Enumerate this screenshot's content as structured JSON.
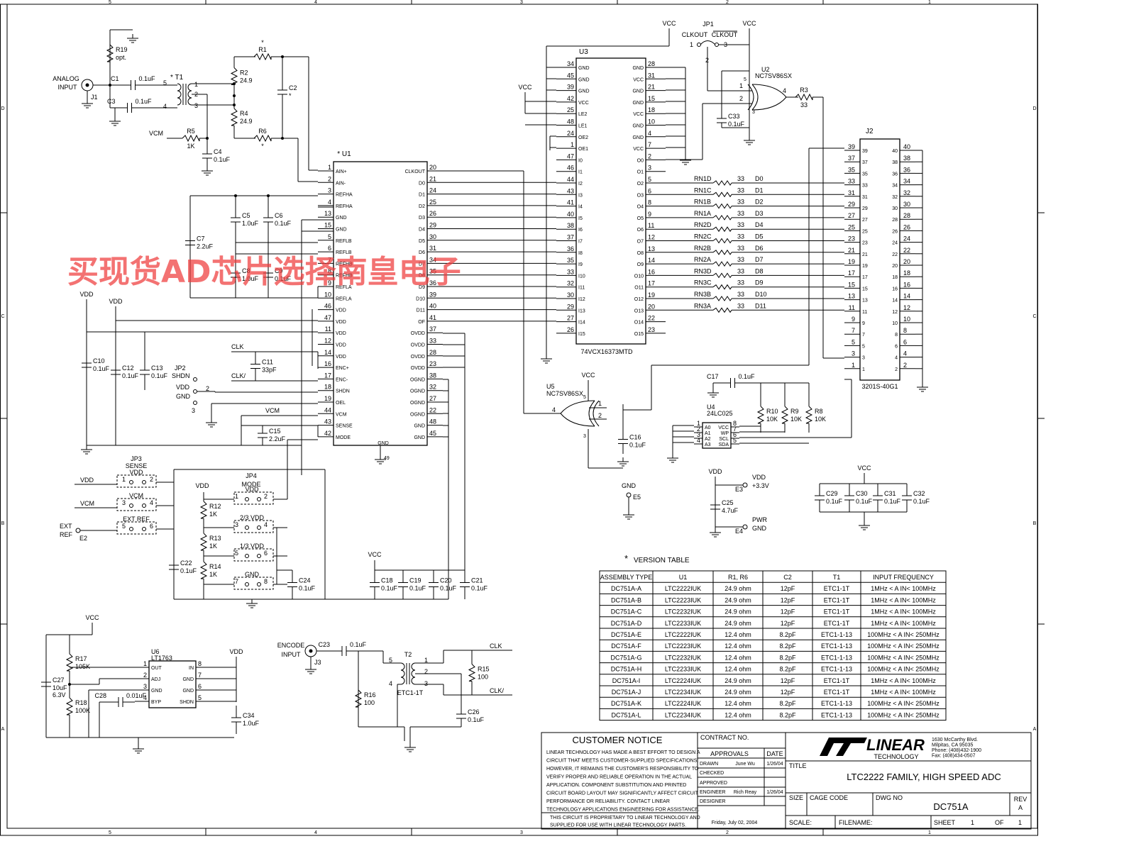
{
  "watermark": "买现货AD芯片选择南皇电子",
  "border": {
    "top_cols": [
      "5",
      "4",
      "3",
      "2",
      "1"
    ],
    "side_rows": [
      "D",
      "C",
      "B",
      "A"
    ]
  },
  "nets": {
    "vcc": "VCC",
    "vdd": "VDD",
    "vcm": "VCM",
    "clk": "CLK",
    "clk_n": "CLK/",
    "gnd": "GND",
    "analog_input": [
      "ANALOG",
      "INPUT"
    ],
    "encode_input": [
      "ENCODE",
      "INPUT"
    ],
    "ext_ref": [
      "EXT",
      "REF"
    ],
    "vdd_33": "VDD\n+3.3V",
    "pwr_gnd": [
      "PWR",
      "GND"
    ]
  },
  "u1": {
    "ref": "U1",
    "star": "*",
    "left_pins": [
      {
        "num": "1",
        "name": "AIN+"
      },
      {
        "num": "2",
        "name": "AIN-"
      },
      {
        "num": "3",
        "name": "REFHA"
      },
      {
        "num": "4",
        "name": "REFHA"
      },
      {
        "num": "13",
        "name": "GND"
      },
      {
        "num": "15",
        "name": "GND"
      },
      {
        "num": "5",
        "name": "REFLB"
      },
      {
        "num": "6",
        "name": "REFLB"
      },
      {
        "num": "7",
        "name": "REFHB"
      },
      {
        "num": "8",
        "name": "REFHB"
      },
      {
        "num": "9",
        "name": "REFLA"
      },
      {
        "num": "10",
        "name": "REFLA"
      },
      {
        "num": "46",
        "name": "VDD"
      },
      {
        "num": "47",
        "name": "VDD"
      },
      {
        "num": "11",
        "name": "VDD"
      },
      {
        "num": "12",
        "name": "VDD"
      },
      {
        "num": "14",
        "name": "VDD"
      },
      {
        "num": "16",
        "name": "ENC+"
      },
      {
        "num": "17",
        "name": "ENC-"
      },
      {
        "num": "18",
        "name": "SHDN"
      },
      {
        "num": "19",
        "name": "OEL"
      },
      {
        "num": "44",
        "name": "VCM"
      },
      {
        "num": "43",
        "name": "SENSE"
      },
      {
        "num": "42",
        "name": "MODE"
      }
    ],
    "right_pins": [
      {
        "num": "20",
        "name": "CLKOUT"
      },
      {
        "num": "21",
        "name": "D0"
      },
      {
        "num": "24",
        "name": "D1"
      },
      {
        "num": "25",
        "name": "D2"
      },
      {
        "num": "26",
        "name": "D3"
      },
      {
        "num": "29",
        "name": "D4"
      },
      {
        "num": "30",
        "name": "D5"
      },
      {
        "num": "31",
        "name": "D6"
      },
      {
        "num": "34",
        "name": "D7"
      },
      {
        "num": "35",
        "name": "D8"
      },
      {
        "num": "36",
        "name": "D9"
      },
      {
        "num": "39",
        "name": "D10"
      },
      {
        "num": "40",
        "name": "D11"
      },
      {
        "num": "41",
        "name": "OF"
      },
      {
        "num": "37",
        "name": "OVDD"
      },
      {
        "num": "33",
        "name": "OVDD"
      },
      {
        "num": "28",
        "name": "OVDD"
      },
      {
        "num": "23",
        "name": "OVDD"
      },
      {
        "num": "38",
        "name": "OGND"
      },
      {
        "num": "32",
        "name": "OGND"
      },
      {
        "num": "27",
        "name": "OGND"
      },
      {
        "num": "22",
        "name": "OGND"
      },
      {
        "num": "48",
        "name": "GND"
      },
      {
        "num": "45",
        "name": "GND"
      }
    ],
    "bottom": {
      "name": "GND",
      "num": "49"
    }
  },
  "u3": {
    "ref": "U3",
    "part": "74VCX16373MTD",
    "left_pins": [
      {
        "num": "34",
        "name": "GND"
      },
      {
        "num": "45",
        "name": "GND"
      },
      {
        "num": "39",
        "name": "GND"
      },
      {
        "num": "42",
        "name": "VCC"
      },
      {
        "num": "25",
        "name": "LE2"
      },
      {
        "num": "48",
        "name": "LE1"
      },
      {
        "num": "24",
        "name": "OE2"
      },
      {
        "num": "1",
        "name": "OE1"
      },
      {
        "num": "47",
        "name": "I0"
      },
      {
        "num": "46",
        "name": "I1"
      },
      {
        "num": "44",
        "name": "I2"
      },
      {
        "num": "43",
        "name": "I3"
      },
      {
        "num": "41",
        "name": "I4"
      },
      {
        "num": "40",
        "name": "I5"
      },
      {
        "num": "38",
        "name": "I6"
      },
      {
        "num": "37",
        "name": "I7"
      },
      {
        "num": "36",
        "name": "I8"
      },
      {
        "num": "35",
        "name": "I9"
      },
      {
        "num": "33",
        "name": "I10"
      },
      {
        "num": "32",
        "name": "I11"
      },
      {
        "num": "30",
        "name": "I12"
      },
      {
        "num": "29",
        "name": "I13"
      },
      {
        "num": "27",
        "name": "I14"
      },
      {
        "num": "26",
        "name": "I15"
      }
    ],
    "right_pins": [
      {
        "num": "28",
        "name": "GND"
      },
      {
        "num": "31",
        "name": "VCC"
      },
      {
        "num": "21",
        "name": "GND"
      },
      {
        "num": "15",
        "name": "GND"
      },
      {
        "num": "18",
        "name": "VCC"
      },
      {
        "num": "10",
        "name": "GND"
      },
      {
        "num": "4",
        "name": "GND"
      },
      {
        "num": "7",
        "name": "VCC"
      },
      {
        "num": "2",
        "name": "O0"
      },
      {
        "num": "3",
        "name": "O1"
      },
      {
        "num": "5",
        "name": "O2"
      },
      {
        "num": "6",
        "name": "O3"
      },
      {
        "num": "8",
        "name": "O4"
      },
      {
        "num": "9",
        "name": "O5"
      },
      {
        "num": "11",
        "name": "O6"
      },
      {
        "num": "12",
        "name": "O7"
      },
      {
        "num": "13",
        "name": "O8"
      },
      {
        "num": "14",
        "name": "O9"
      },
      {
        "num": "16",
        "name": "O10"
      },
      {
        "num": "17",
        "name": "O11"
      },
      {
        "num": "19",
        "name": "O12"
      },
      {
        "num": "20",
        "name": "O13"
      },
      {
        "num": "22",
        "name": "O14"
      },
      {
        "num": "23",
        "name": "O15"
      }
    ]
  },
  "rn": [
    {
      "ref": "RN1D",
      "val": "33",
      "net": "D0"
    },
    {
      "ref": "RN1C",
      "val": "33",
      "net": "D1"
    },
    {
      "ref": "RN1B",
      "val": "33",
      "net": "D2"
    },
    {
      "ref": "RN1A",
      "val": "33",
      "net": "D3"
    },
    {
      "ref": "RN2D",
      "val": "33",
      "net": "D4"
    },
    {
      "ref": "RN2C",
      "val": "33",
      "net": "D5"
    },
    {
      "ref": "RN2B",
      "val": "33",
      "net": "D6"
    },
    {
      "ref": "RN2A",
      "val": "33",
      "net": "D7"
    },
    {
      "ref": "RN3D",
      "val": "33",
      "net": "D8"
    },
    {
      "ref": "RN3C",
      "val": "33",
      "net": "D9"
    },
    {
      "ref": "RN3B",
      "val": "33",
      "net": "D10"
    },
    {
      "ref": "RN3A",
      "val": "33",
      "net": "D11"
    }
  ],
  "j2": {
    "ref": "J2",
    "part": "3201S-40G1",
    "left": [
      "39",
      "37",
      "35",
      "33",
      "31",
      "29",
      "27",
      "25",
      "23",
      "21",
      "19",
      "17",
      "15",
      "13",
      "11",
      "9",
      "7",
      "5",
      "3",
      "1"
    ],
    "right": [
      "40",
      "38",
      "36",
      "34",
      "32",
      "30",
      "28",
      "26",
      "24",
      "22",
      "20",
      "18",
      "16",
      "14",
      "12",
      "10",
      "8",
      "6",
      "4",
      "2"
    ]
  },
  "u2": {
    "ref": "U2",
    "part": "NC7SV86SX",
    "pins": [
      "1",
      "2",
      "4",
      "5",
      "3"
    ]
  },
  "u5": {
    "ref": "U5",
    "part": "NC7SV86SX",
    "pins": [
      "1",
      "2",
      "4",
      "5",
      "3"
    ]
  },
  "u4": {
    "ref": "U4",
    "part": "24LC025",
    "left": [
      {
        "num": "1",
        "name": "A0"
      },
      {
        "num": "2",
        "name": "A1"
      },
      {
        "num": "3",
        "name": "A2"
      },
      {
        "num": "4",
        "name": "A3"
      }
    ],
    "right": [
      {
        "num": "8",
        "name": "VCC"
      },
      {
        "num": "7",
        "name": "WP"
      },
      {
        "num": "6",
        "name": "SCL"
      },
      {
        "num": "5",
        "name": "SDA"
      }
    ]
  },
  "u6": {
    "ref": "U6",
    "part": "LT1763",
    "left": [
      {
        "num": "1",
        "name": "OUT"
      },
      {
        "num": "2",
        "name": "ADJ"
      },
      {
        "num": "3",
        "name": "GND"
      },
      {
        "num": "4",
        "name": "BYP"
      }
    ],
    "right": [
      {
        "num": "8",
        "name": "IN"
      },
      {
        "num": "7",
        "name": "GND"
      },
      {
        "num": "6",
        "name": "GND"
      },
      {
        "num": "5",
        "name": "SHDN"
      }
    ]
  },
  "jp1": {
    "ref": "JP1",
    "labels": [
      "CLKOUT",
      "CLKOUT"
    ],
    "pins": [
      "1",
      "3",
      "2"
    ]
  },
  "jp2": {
    "ref": "JP2",
    "name": "SHDN",
    "labels": [
      "VDD",
      "GND"
    ],
    "pins": [
      "1",
      "2",
      "3"
    ]
  },
  "jp3": {
    "ref": "JP3",
    "name": "SENSE",
    "rows": [
      {
        "l": "1",
        "r": "2",
        "label": "VDD"
      },
      {
        "l": "3",
        "r": "4",
        "label": "VCM"
      },
      {
        "l": "5",
        "r": "6",
        "label": "EXT REF"
      }
    ]
  },
  "jp4": {
    "ref": "JP4",
    "name": "MODE",
    "rows": [
      {
        "l": "1",
        "r": "2",
        "label": "VDD"
      },
      {
        "l": "3",
        "r": "4",
        "label": "2/3 VDD"
      },
      {
        "l": "5",
        "r": "6",
        "label": "1/3 VDD"
      },
      {
        "l": "7",
        "r": "8",
        "label": "GND"
      }
    ]
  },
  "passives": {
    "R19": [
      "R19",
      "opt."
    ],
    "R1": [
      "R1",
      "*"
    ],
    "R2": [
      "R2",
      "24.9"
    ],
    "R4": [
      "R4",
      "24.9"
    ],
    "R5": [
      "R5",
      "1K"
    ],
    "R6": [
      "R6",
      "*"
    ],
    "C1": [
      "C1",
      "0.1uF"
    ],
    "C3": [
      "C3",
      "0.1uF"
    ],
    "C2": [
      "C2",
      "*"
    ],
    "C4": [
      "C4",
      "0.1uF"
    ],
    "T1": [
      "T1",
      "*"
    ],
    "J1": [
      "J1"
    ],
    "C5": [
      "C5",
      "1.0uF"
    ],
    "C6": [
      "C6",
      "0.1uF"
    ],
    "C7": [
      "C7",
      "2.2uF"
    ],
    "C8": [
      "C8",
      "1.0uF"
    ],
    "C9": [
      "C9",
      "0.1uF"
    ],
    "C10": [
      "C10",
      "0.1uF"
    ],
    "C12": [
      "C12",
      "0.1uF"
    ],
    "C13": [
      "C13",
      "0.1uF"
    ],
    "C11": [
      "C11",
      "33pF"
    ],
    "C15": [
      "C15",
      "2.2uF"
    ],
    "R12": [
      "R12",
      "1K"
    ],
    "R13": [
      "R13",
      "1K"
    ],
    "R14": [
      "R14",
      "1K"
    ],
    "C22": [
      "C22",
      "0.1uF"
    ],
    "C24": [
      "C24",
      "0.1uF"
    ],
    "C18": [
      "C18",
      "0.1uF"
    ],
    "C19": [
      "C19",
      "0.1uF"
    ],
    "C20": [
      "C20",
      "0.1uF"
    ],
    "C21": [
      "C21",
      "0.1uF"
    ],
    "R3": [
      "R3",
      "33"
    ],
    "C33": [
      "C33",
      "0.1uF"
    ],
    "C17": [
      "C17",
      "0.1uF"
    ],
    "R10": [
      "R10",
      "10K"
    ],
    "R9": [
      "R9",
      "10K"
    ],
    "R8": [
      "R8",
      "10K"
    ],
    "C16": [
      "C16",
      "0.1uF"
    ],
    "C25": [
      "C25",
      "4.7uF"
    ],
    "C29": [
      "C29",
      "0.1uF"
    ],
    "C30": [
      "C30",
      "0.1uF"
    ],
    "C31": [
      "C31",
      "0.1uF"
    ],
    "C32": [
      "C32",
      "0.1uF"
    ],
    "R17": [
      "R17",
      "105K"
    ],
    "R18": [
      "R18",
      "100K"
    ],
    "C27": [
      "C27",
      "10uF",
      "6.3V"
    ],
    "C28": [
      "C28",
      "0.01uF"
    ],
    "C34": [
      "C34",
      "1.0uF"
    ],
    "C23": [
      "C23",
      "0.1uF"
    ],
    "T2": [
      "T2",
      "ETC1-1T"
    ],
    "R16": [
      "R16",
      "100"
    ],
    "R15": [
      "R15",
      "100"
    ],
    "C26": [
      "C26",
      "0.1uF"
    ],
    "J3": [
      "J3"
    ],
    "E2": [
      "E2"
    ],
    "E3": [
      "E3"
    ],
    "E4": [
      "E4"
    ],
    "E5": [
      "E5"
    ]
  },
  "version_table": {
    "title": "VERSION TABLE",
    "star": "*",
    "columns": [
      "ASSEMBLY TYPE",
      "U1",
      "R1, R6",
      "C2",
      "T1",
      "INPUT FREQUENCY"
    ],
    "rows": [
      [
        "DC751A-A",
        "LTC2222IUK",
        "24.9 ohm",
        "12pF",
        "ETC1-1T",
        "1MHz < A IN< 100MHz"
      ],
      [
        "DC751A-B",
        "LTC2223IUK",
        "24.9 ohm",
        "12pF",
        "ETC1-1T",
        "1MHz < A IN< 100MHz"
      ],
      [
        "DC751A-C",
        "LTC2232IUK",
        "24.9 ohm",
        "12pF",
        "ETC1-1T",
        "1MHz < A IN< 100MHz"
      ],
      [
        "DC751A-D",
        "LTC2233IUK",
        "24.9 ohm",
        "12pF",
        "ETC1-1T",
        "1MHz < A IN< 100MHz"
      ],
      [
        "DC751A-E",
        "LTC2222IUK",
        "12.4 ohm",
        "8.2pF",
        "ETC1-1-13",
        "100MHz < A IN< 250MHz"
      ],
      [
        "DC751A-F",
        "LTC2223IUK",
        "12.4 ohm",
        "8.2pF",
        "ETC1-1-13",
        "100MHz < A IN< 250MHz"
      ],
      [
        "DC751A-G",
        "LTC2232IUK",
        "12.4 ohm",
        "8.2pF",
        "ETC1-1-13",
        "100MHz < A IN< 250MHz"
      ],
      [
        "DC751A-H",
        "LTC2233IUK",
        "12.4 ohm",
        "8.2pF",
        "ETC1-1-13",
        "100MHz < A IN< 250MHz"
      ],
      [
        "DC751A-I",
        "LTC2224IUK",
        "24.9 ohm",
        "12pF",
        "ETC1-1T",
        "1MHz < A IN< 100MHz"
      ],
      [
        "DC751A-J",
        "LTC2234IUK",
        "24.9 ohm",
        "12pF",
        "ETC1-1T",
        "1MHz < A IN< 100MHz"
      ],
      [
        "DC751A-K",
        "LTC2224IUK",
        "12.4 ohm",
        "8.2pF",
        "ETC1-1-13",
        "100MHz < A IN< 250MHz"
      ],
      [
        "DC751A-L",
        "LTC2234IUK",
        "12.4 ohm",
        "8.2pF",
        "ETC1-1-13",
        "100MHz < A IN< 250MHz"
      ]
    ]
  },
  "title_block": {
    "customer_notice": "CUSTOMER NOTICE",
    "notice_lines": [
      "LINEAR TECHNOLOGY HAS MADE A BEST EFFORT TO DESIGN A",
      "CIRCUIT THAT MEETS CUSTOMER-SUPPLIED SPECIFICATIONS;",
      "HOWEVER, IT REMAINS THE CUSTOMER'S RESPONSIBILITY TO",
      "VERIFY PROPER AND RELIABLE OPERATION IN THE ACTUAL",
      "APPLICATION. COMPONENT SUBSTITUTION AND PRINTED",
      "CIRCUIT BOARD LAYOUT MAY SIGNIFICANTLY AFFECT CIRCUIT",
      "PERFORMANCE OR RELIABILITY. CONTACT LINEAR",
      "TECHNOLOGY APPLICATIONS ENGINEERING FOR ASSISTANCE."
    ],
    "proprietary": [
      "THIS CIRCUIT IS PROPRIETARY TO LINEAR TECHNOLOGY AND",
      "SUPPLIED FOR USE WITH LINEAR TECHNOLOGY PARTS."
    ],
    "contract_no": "CONTRACT NO.",
    "approvals": "APPROVALS",
    "date": "DATE",
    "drawn": "DRAWN",
    "drawn_by": "June Wu",
    "drawn_date": "1/26/04",
    "checked": "CHECKED",
    "approved": "APPROVED",
    "engineer": "ENGINEER",
    "engineer_by": "Rich Reay",
    "engineer_date": "1/26/04",
    "designer": "DESIGNER",
    "print_date": "Friday, July 02, 2004",
    "logo_main": "LINEAR",
    "logo_sub": "TECHNOLOGY",
    "address": [
      "1630 McCarthy Blvd.",
      "Milpitas, CA 95035",
      "Phone: (408)432-1900",
      "Fax: (408)434-0507"
    ],
    "title_label": "TITLE",
    "title": "LTC2222 FAMILY, HIGH SPEED ADC",
    "size": "SIZE",
    "cage_code": "CAGE CODE",
    "dwg_no": "DWG NO",
    "dwg_value": "DC751A",
    "rev": "REV",
    "rev_value": "A",
    "scale": "SCALE:",
    "filename": "FILENAME:",
    "sheet": "SHEET",
    "sheet_value": "1",
    "of": "OF",
    "of_value": "1"
  }
}
